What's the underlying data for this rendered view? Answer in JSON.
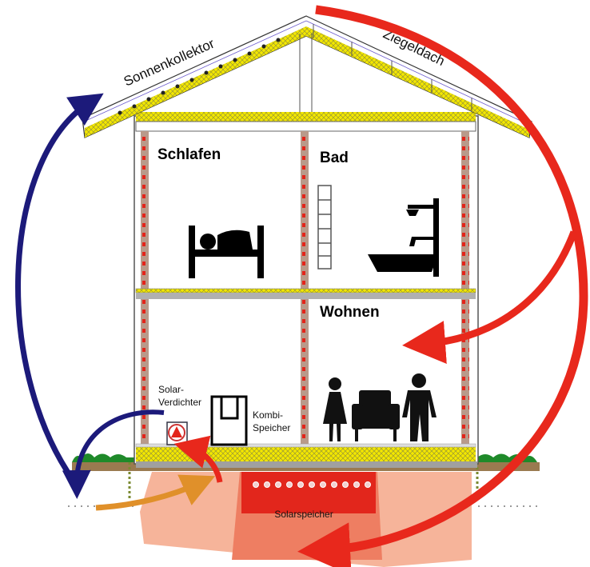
{
  "labels": {
    "collector": "Sonnenkollektor",
    "roof": "Ziegeldach",
    "bedroom": "Schlafen",
    "bathroom": "Bad",
    "living": "Wohnen",
    "compressor_line1": "Solar-",
    "compressor_line2": "Verdichter",
    "storage_line1": "Kombi-",
    "storage_line2": "Speicher",
    "ground_storage": "Solarspeicher"
  },
  "colors": {
    "hot_flow": "#e8281c",
    "cold_flow": "#1c1a7a",
    "ground_flow": "#e0902a",
    "insulation": "#f2e600",
    "soil": "#f6b49a",
    "storage": "#e2261c",
    "ground": "#9a7a50",
    "grass": "#1f8a2a"
  }
}
